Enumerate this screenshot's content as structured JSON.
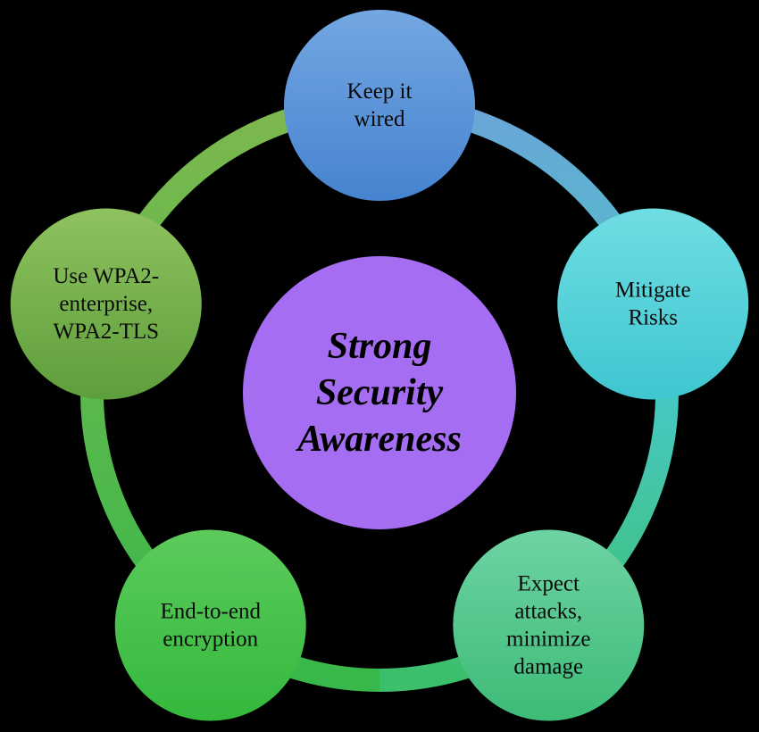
{
  "center": {
    "lines": [
      "Strong",
      "Security",
      "Awareness"
    ],
    "color": "#a56ef2"
  },
  "nodes": [
    {
      "id": "keep-it-wired",
      "lines": [
        "Keep it",
        "wired"
      ],
      "color_top": "#74a7e2",
      "color_bottom": "#4683cf"
    },
    {
      "id": "mitigate-risks",
      "lines": [
        "Mitigate",
        "Risks"
      ],
      "color_top": "#6fdde3",
      "color_bottom": "#3fc6d0"
    },
    {
      "id": "expect-attacks",
      "lines": [
        "Expect",
        "attacks,",
        "minimize",
        "damage"
      ],
      "color_top": "#6ed3a3",
      "color_bottom": "#3dbb77"
    },
    {
      "id": "end-to-end-encryption",
      "lines": [
        "End-to-end",
        "encryption"
      ],
      "color_top": "#5ccb5c",
      "color_bottom": "#34b83c"
    },
    {
      "id": "use-wpa2",
      "lines": [
        "Use WPA2-",
        "enterprise,",
        "WPA2-TLS"
      ],
      "color_top": "#8ec25e",
      "color_bottom": "#5e9e3b"
    }
  ]
}
